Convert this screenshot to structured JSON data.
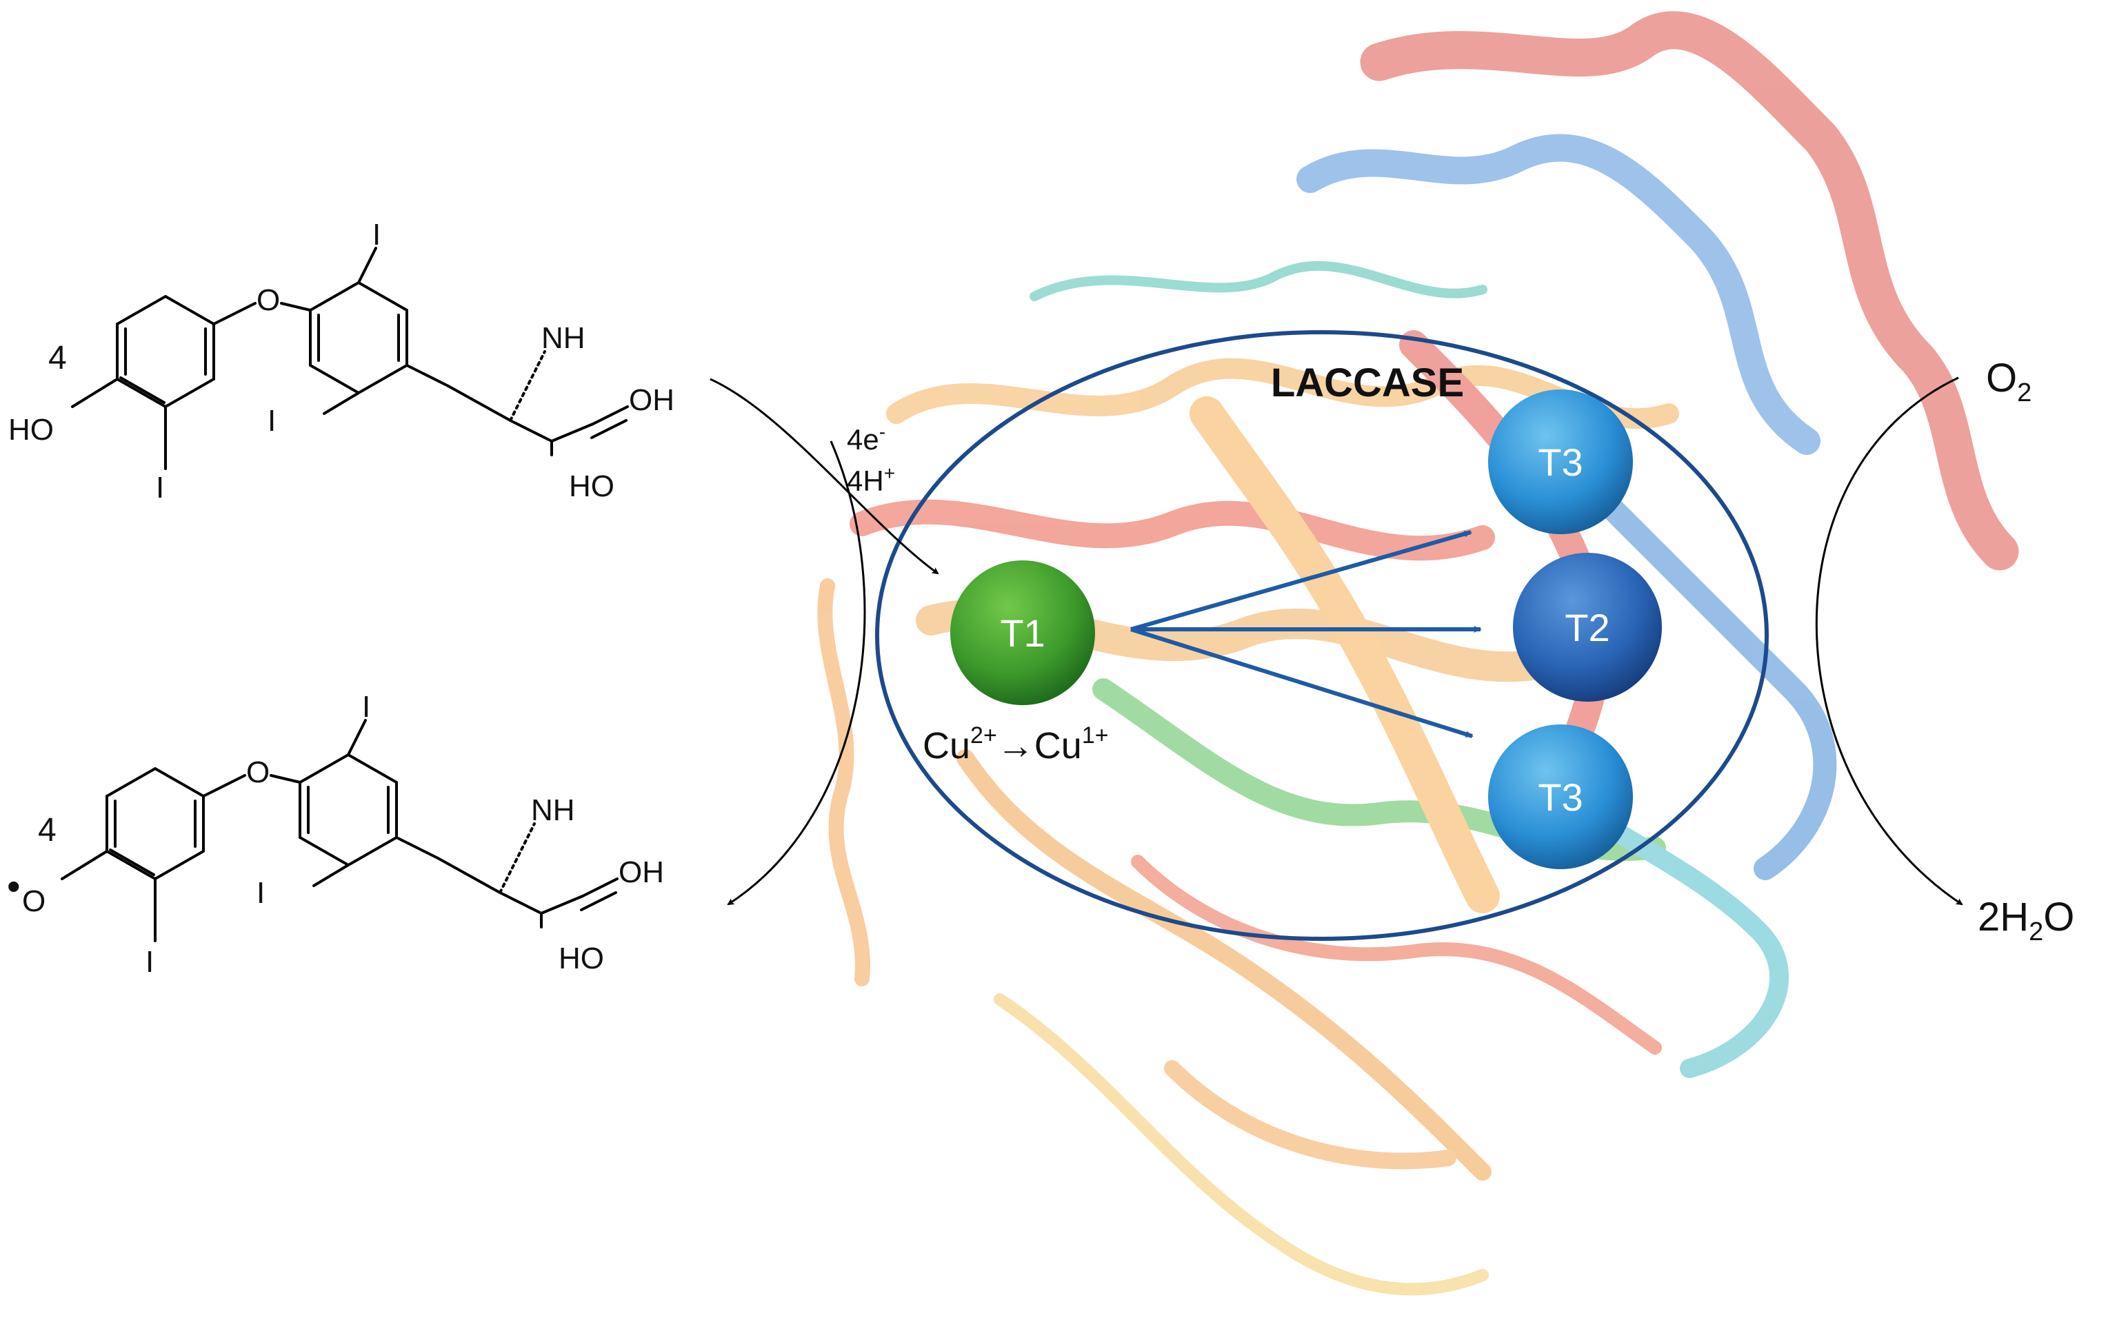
{
  "diagram": {
    "enzyme_label": "LACCASE",
    "copper_sites": {
      "t1": "T1",
      "t2": "T2",
      "t3_top": "T3",
      "t3_bottom": "T3"
    },
    "copper_change": {
      "base1": "Cu",
      "sup1": "2+",
      "arrow": "→",
      "base2": "Cu",
      "sup2": "1+"
    },
    "electrons": {
      "e_base": "4e",
      "e_sup": "-",
      "h_base": "4H",
      "h_sup": "+"
    },
    "oxygen": {
      "base": "O",
      "sub": "2"
    },
    "water": {
      "pre": "2H",
      "sub": "2",
      "post": "O"
    },
    "substrate": {
      "number": "4",
      "hydroxyl": "HO",
      "oxygen_bridge": "O",
      "iodine": "I",
      "amine": "NH",
      "acid_oh": "OH",
      "acid_ho": "HO"
    },
    "product": {
      "number": "4",
      "radical_dot": "•",
      "radical_o": "O",
      "oxygen_bridge": "O",
      "iodine": "I",
      "amine": "NH",
      "acid_oh": "OH",
      "acid_ho": "HO"
    }
  },
  "colors": {
    "ellipse": "#1c4a8c",
    "arrow_blue": "#1f5aa6",
    "t1_green": "#3a9a2a",
    "t2_blue": "#2a6fc0",
    "t3_blue": "#2b8fd6"
  }
}
